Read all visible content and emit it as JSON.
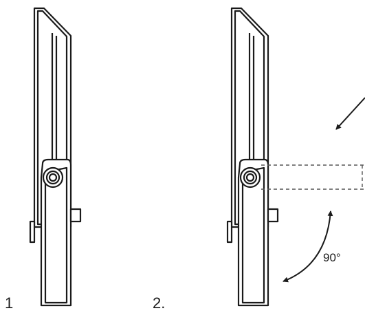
{
  "steps": [
    {
      "label": "1"
    },
    {
      "label": "2."
    }
  ],
  "rotation": {
    "angle_label": "90°"
  },
  "colors": {
    "stroke": "#1a1a1a",
    "dashed": "#555555",
    "background": "#ffffff"
  },
  "icons": {
    "rotation_arrow": "double-headed-curved-arrow",
    "direction_arrow": "diagonal-arrow-down-left"
  }
}
